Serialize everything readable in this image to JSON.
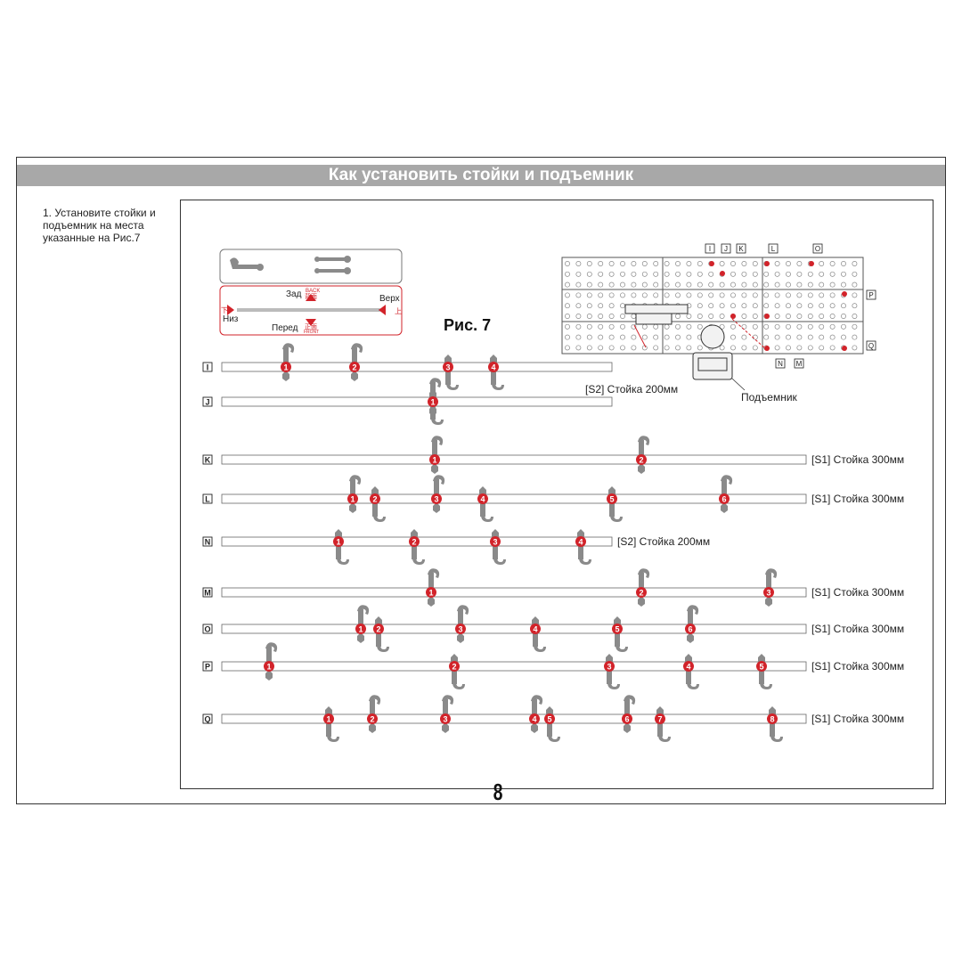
{
  "header": {
    "title": "Как установить стойки и подъемник"
  },
  "instruction": {
    "text": "1. Установите стойки и подъемник на места указанные на Рис.7"
  },
  "figure": {
    "caption": "Рис. 7",
    "legend": {
      "back_label": "Зад",
      "front_label": "Перед",
      "top_label": "Верх",
      "bottom_label": "Низ",
      "back_cn": "背面",
      "back_en": "BACK",
      "front_cn": "正面",
      "front_en": "FRONT",
      "top_cn": "上",
      "bottom_cn": "下"
    },
    "grid_labels_top": [
      "I",
      "J",
      "K",
      "L",
      "O"
    ],
    "grid_label_right_1": "P",
    "grid_label_right_2": "Q",
    "grid_labels_bottom": [
      "N",
      "M"
    ],
    "lifter_label": "Подъемник",
    "rails": [
      {
        "id": "I",
        "note": "",
        "markers": [
          "1",
          "2",
          "3",
          "4"
        ]
      },
      {
        "id": "J",
        "note": "[S2] Стойка 200мм",
        "markers": [
          "1"
        ]
      },
      {
        "id": "K",
        "note": "[S1] Стойка 300мм",
        "markers": [
          "1",
          "2"
        ]
      },
      {
        "id": "L",
        "note": "[S1] Стойка 300мм",
        "markers": [
          "1",
          "2",
          "3",
          "4",
          "5",
          "6"
        ]
      },
      {
        "id": "N",
        "note": "[S2] Стойка 200мм",
        "markers": [
          "1",
          "2",
          "3",
          "4"
        ]
      },
      {
        "id": "M",
        "note": "[S1] Стойка 300мм",
        "markers": [
          "1",
          "2",
          "3"
        ]
      },
      {
        "id": "O",
        "note": "[S1] Стойка 300мм",
        "markers": [
          "1",
          "2",
          "3",
          "4",
          "5",
          "6"
        ]
      },
      {
        "id": "P",
        "note": "[S1] Стойка 300мм",
        "markers": [
          "1",
          "2",
          "3",
          "4",
          "5"
        ]
      },
      {
        "id": "Q",
        "note": "[S1] Стойка 300мм",
        "markers": [
          "1",
          "2",
          "3",
          "4",
          "5",
          "6",
          "7",
          "8"
        ]
      }
    ]
  },
  "page": {
    "number": "8"
  },
  "colors": {
    "accent_red": "#d2232a",
    "header_gray": "#a8a8a8",
    "part_gray": "#8a8a8a"
  }
}
